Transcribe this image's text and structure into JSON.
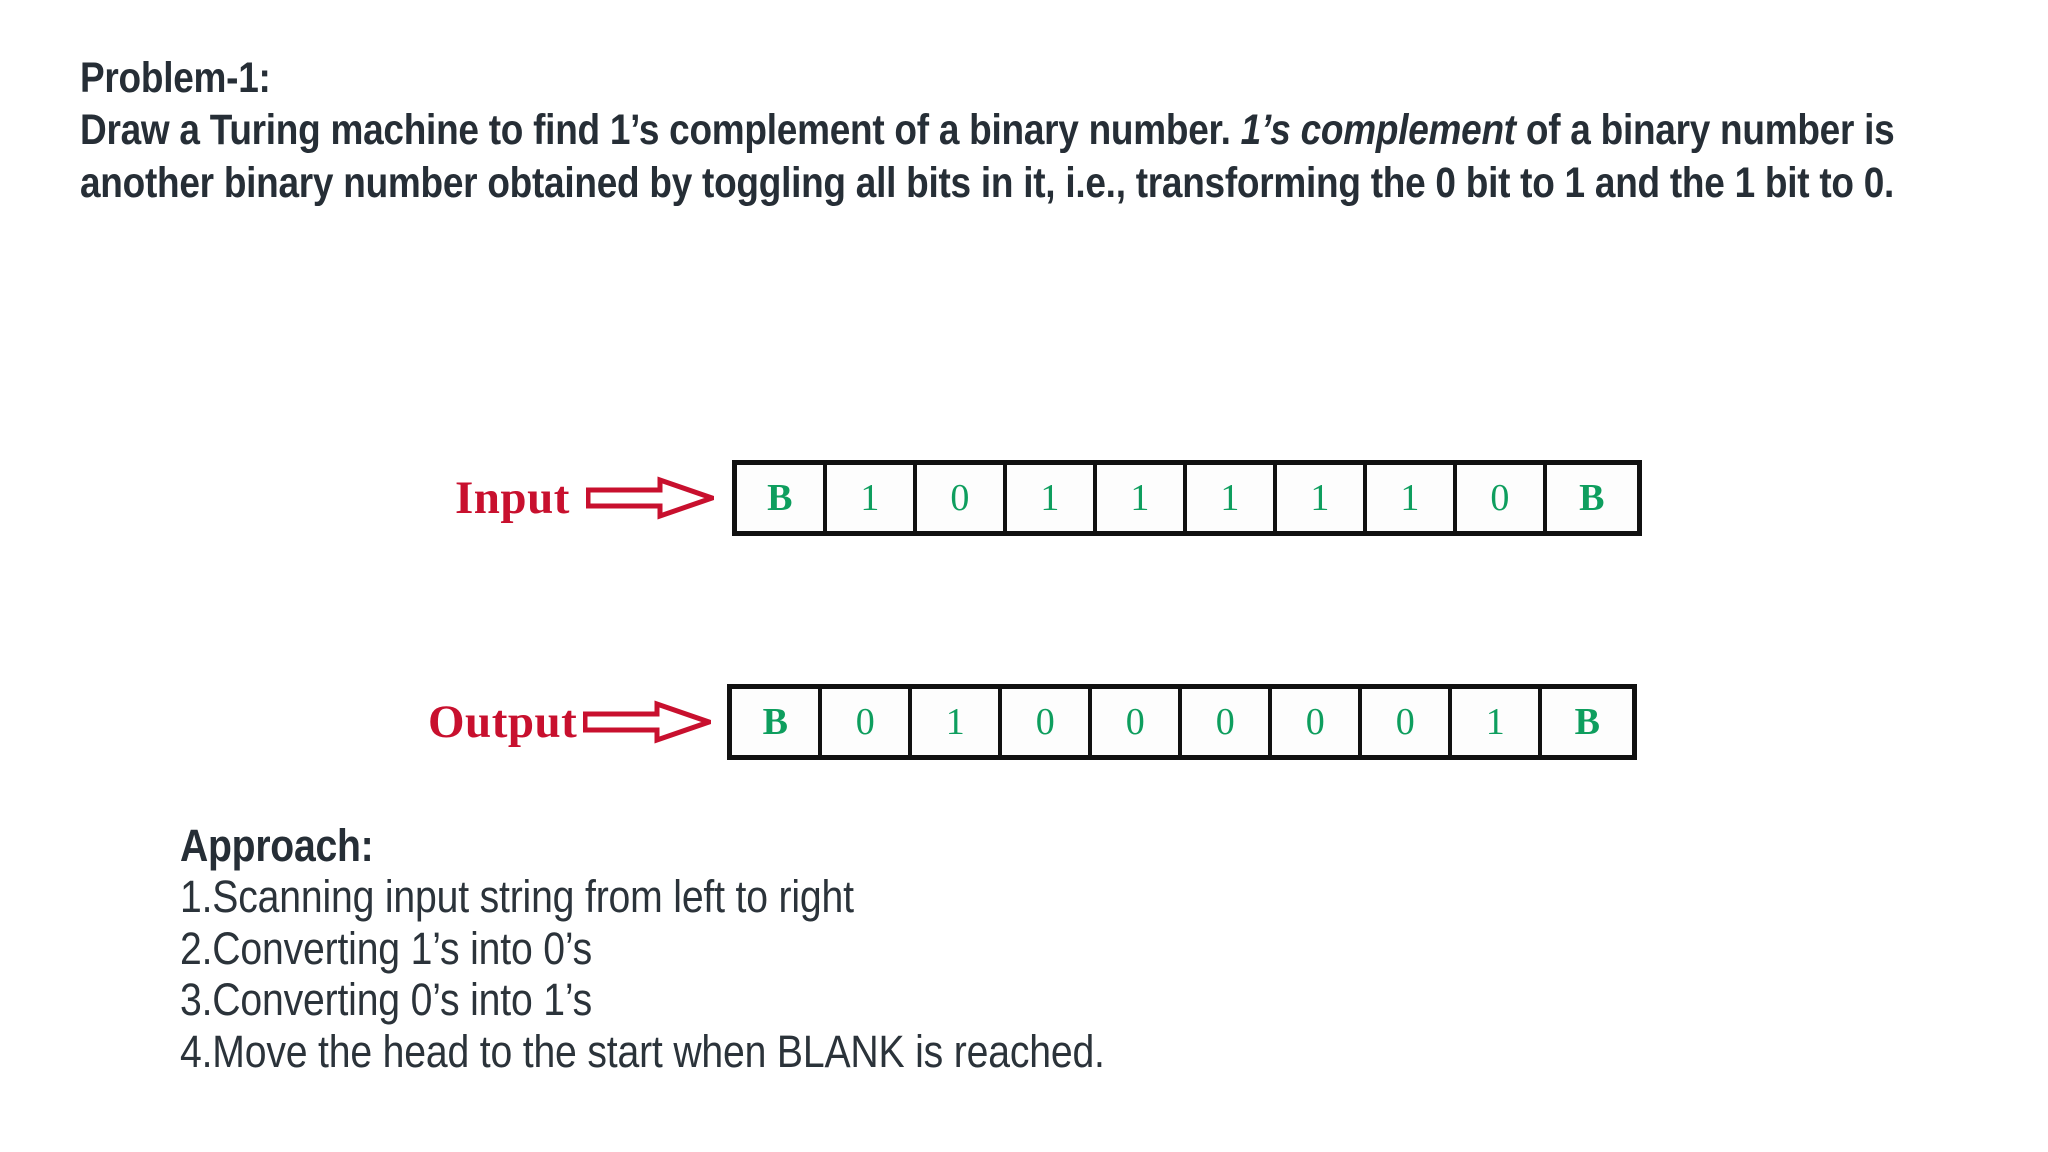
{
  "slide": {
    "background_color": "#ffffff",
    "text_color": "#262E36",
    "accent_red": "#C8102E",
    "accent_green": "#0E9E5E",
    "border_color": "#111111"
  },
  "problem": {
    "title": "Problem-1:",
    "line1_a": "Draw a Turing machine to find 1’s complement of a binary number. ",
    "line1_em": "1’s complement",
    "line1_b": " of a binary number is another binary number obtained by toggling all bits in it, i.e., transforming the 0 bit to 1 and the 1 bit to 0."
  },
  "diagram": {
    "input": {
      "label": "Input",
      "arrow_icon": "right-block-arrow-icon",
      "cells": [
        "B",
        "1",
        "0",
        "1",
        "1",
        "1",
        "1",
        "1",
        "0",
        "B"
      ]
    },
    "output": {
      "label": "Output",
      "arrow_icon": "right-block-arrow-icon",
      "cells": [
        "B",
        "0",
        "1",
        "0",
        "0",
        "0",
        "0",
        "0",
        "1",
        "B"
      ]
    }
  },
  "approach": {
    "heading": "Approach:",
    "items": [
      "1.Scanning input string from left to right",
      "2.Converting 1’s into 0’s",
      "3.Converting 0’s into 1’s",
      "4.Move the head to the start when BLANK is reached."
    ]
  }
}
